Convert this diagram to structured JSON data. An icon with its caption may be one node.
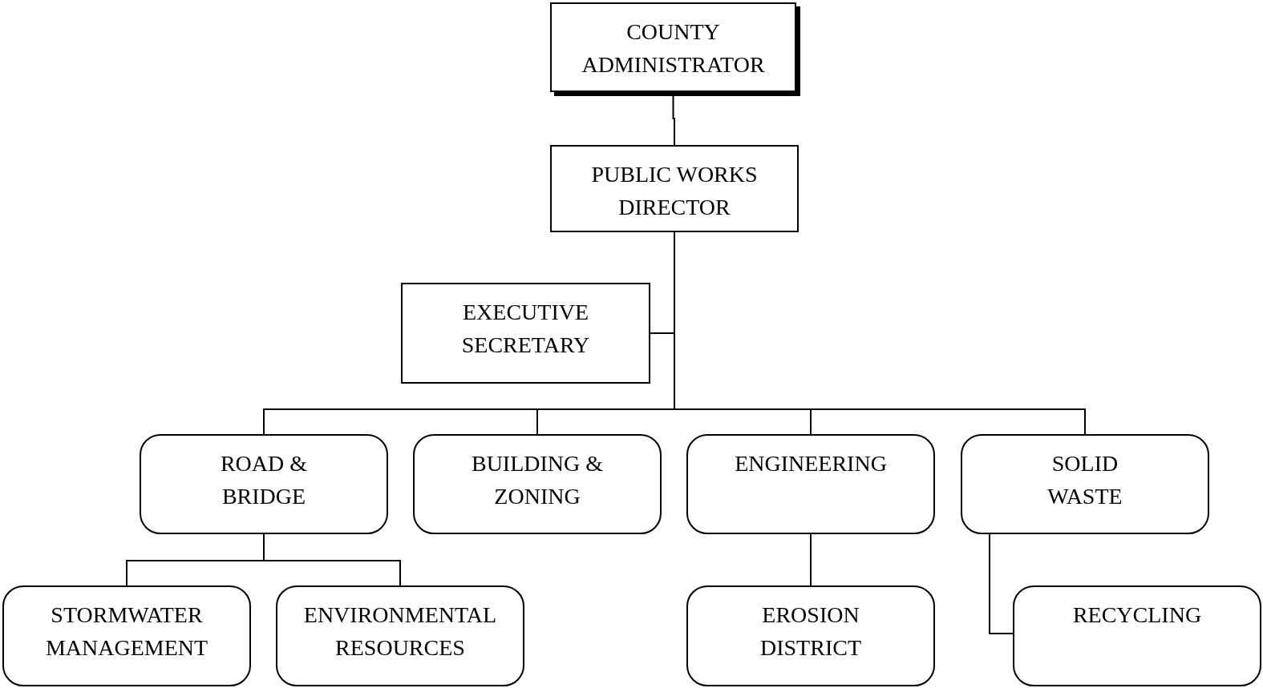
{
  "diagram": {
    "nodes": [
      {
        "text": [
          "COUNTY ADMINISTRATOR"
        ]
      },
      {
        "text": [
          "PUBLIC WORKS DIRECTOR"
        ]
      },
      {
        "text": [
          "EXECUTIVE SECRETARY"
        ]
      },
      {
        "text": [
          "ROAD & BRIDGE"
        ]
      },
      {
        "text": [
          "BUILDING & ZONING"
        ]
      },
      {
        "text": [
          "ENGINEERING"
        ]
      },
      {
        "text": [
          "SOLID WASTE"
        ]
      },
      {
        "text": [
          "STORMWATER MANAGEMENT"
        ]
      },
      {
        "text": [
          "ENVIRONMENTAL RESOURCES"
        ]
      },
      {
        "text": [
          "EROSION DISTRICT"
        ]
      },
      {
        "text": [
          "RECYCLING"
        ]
      }
    ],
    "edges": [
      {
        "from": 0,
        "to": 1,
        "arrow": "none"
      },
      {
        "from": 1,
        "to": 2,
        "arrow": "none"
      },
      {
        "from": 1,
        "to": 3,
        "arrow": "none"
      },
      {
        "from": 1,
        "to": 4,
        "arrow": "none"
      },
      {
        "from": 1,
        "to": 5,
        "arrow": "none"
      },
      {
        "from": 1,
        "to": 6,
        "arrow": "none"
      },
      {
        "from": 3,
        "to": 7,
        "arrow": "none"
      },
      {
        "from": 3,
        "to": 8,
        "arrow": "none"
      },
      {
        "from": 5,
        "to": 9,
        "arrow": "none"
      },
      {
        "from": 6,
        "to": 10,
        "arrow": "none"
      }
    ]
  }
}
